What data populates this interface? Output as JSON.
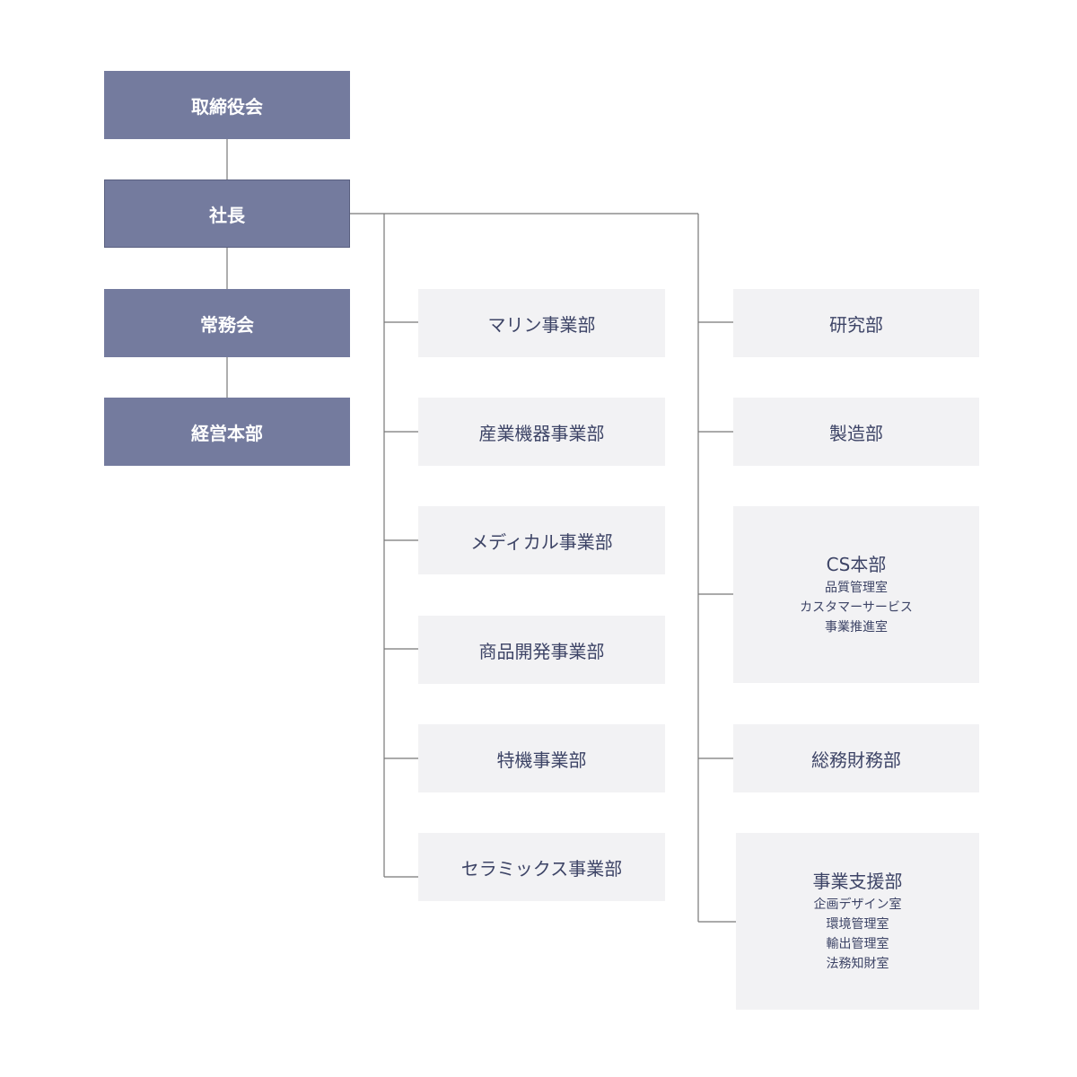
{
  "left_column": {
    "board": "取締役会",
    "president": "社長",
    "executive_committee": "常務会",
    "management_hq": "経営本部"
  },
  "middle_column": {
    "items": [
      {
        "label": "マリン事業部"
      },
      {
        "label": "産業機器事業部"
      },
      {
        "label": "メディカル事業部"
      },
      {
        "label": "商品開発事業部"
      },
      {
        "label": "特機事業部"
      },
      {
        "label": "セラミックス事業部"
      }
    ]
  },
  "right_column": {
    "research": {
      "label": "研究部"
    },
    "manufacturing": {
      "label": "製造部"
    },
    "cs": {
      "label": "CS本部",
      "subs": [
        "品質管理室",
        "カスタマーサービス",
        "事業推進室"
      ]
    },
    "general_affairs": {
      "label": "総務財務部"
    },
    "business_support": {
      "label": "事業支援部",
      "subs": [
        "企画デザイン室",
        "環境管理室",
        "輸出管理室",
        "法務知財室"
      ]
    }
  },
  "colors": {
    "dark_box": "#747b9e",
    "light_box": "#f2f2f4",
    "line": "#777777",
    "text_dark": "#3d4466"
  }
}
